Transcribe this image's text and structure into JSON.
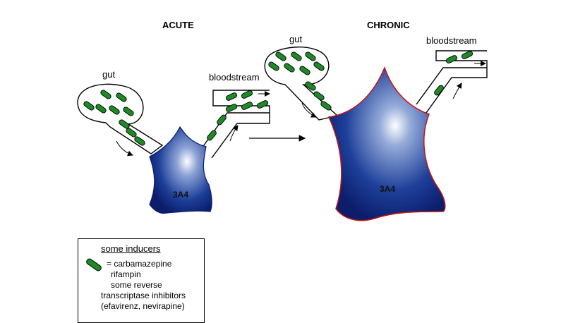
{
  "acute": {
    "title": "ACUTE",
    "gut_label": "gut",
    "blood_label": "bloodstream",
    "enzyme_label": "3A4"
  },
  "chronic": {
    "title": "CHRONIC",
    "gut_label": "gut",
    "blood_label": "bloodstream",
    "enzyme_label": "3A4"
  },
  "legend": {
    "title": "some inducers",
    "lines": [
      "= carbamazepine",
      "rifampin",
      "some reverse",
      "transcriptase inhibitors",
      "(efavirenz, nevirapine)"
    ]
  },
  "colors": {
    "pill": "#1e8a27",
    "enzyme_dark": "#0b1d6b",
    "enzyme_light": "#ffffff",
    "chronic_outline": "#cc1111"
  },
  "icons": [
    "pill-icon",
    "arrow-right-icon",
    "enzyme-blob"
  ]
}
